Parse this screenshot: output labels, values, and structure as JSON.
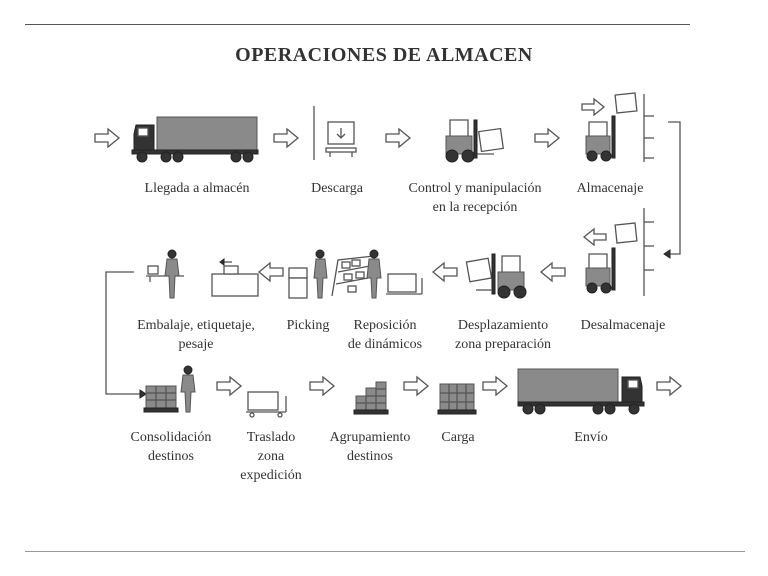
{
  "title": "OPERACIONES DE ALMACEN",
  "row1": [
    {
      "label": "Llegada a almacén"
    },
    {
      "label": "Descarga"
    },
    {
      "label_lines": [
        "Control y manipulación",
        "en la recepción"
      ]
    },
    {
      "label": "Almacenaje"
    }
  ],
  "row2": [
    {
      "label_lines": [
        "Embalaje, etiquetaje,",
        "pesaje"
      ]
    },
    {
      "label": "Picking"
    },
    {
      "label_lines": [
        "Reposición",
        "de dinámicos"
      ]
    },
    {
      "label_lines": [
        "Desplazamiento",
        "zona preparación"
      ]
    },
    {
      "label": "Desalmacenaje"
    }
  ],
  "row3": [
    {
      "label_lines": [
        "Consolidación",
        "destinos"
      ]
    },
    {
      "label_lines": [
        "Traslado",
        "zona",
        "expedición"
      ]
    },
    {
      "label_lines": [
        "Agrupamiento",
        "destinos"
      ]
    },
    {
      "label": "Carga"
    },
    {
      "label": "Envío"
    }
  ]
}
